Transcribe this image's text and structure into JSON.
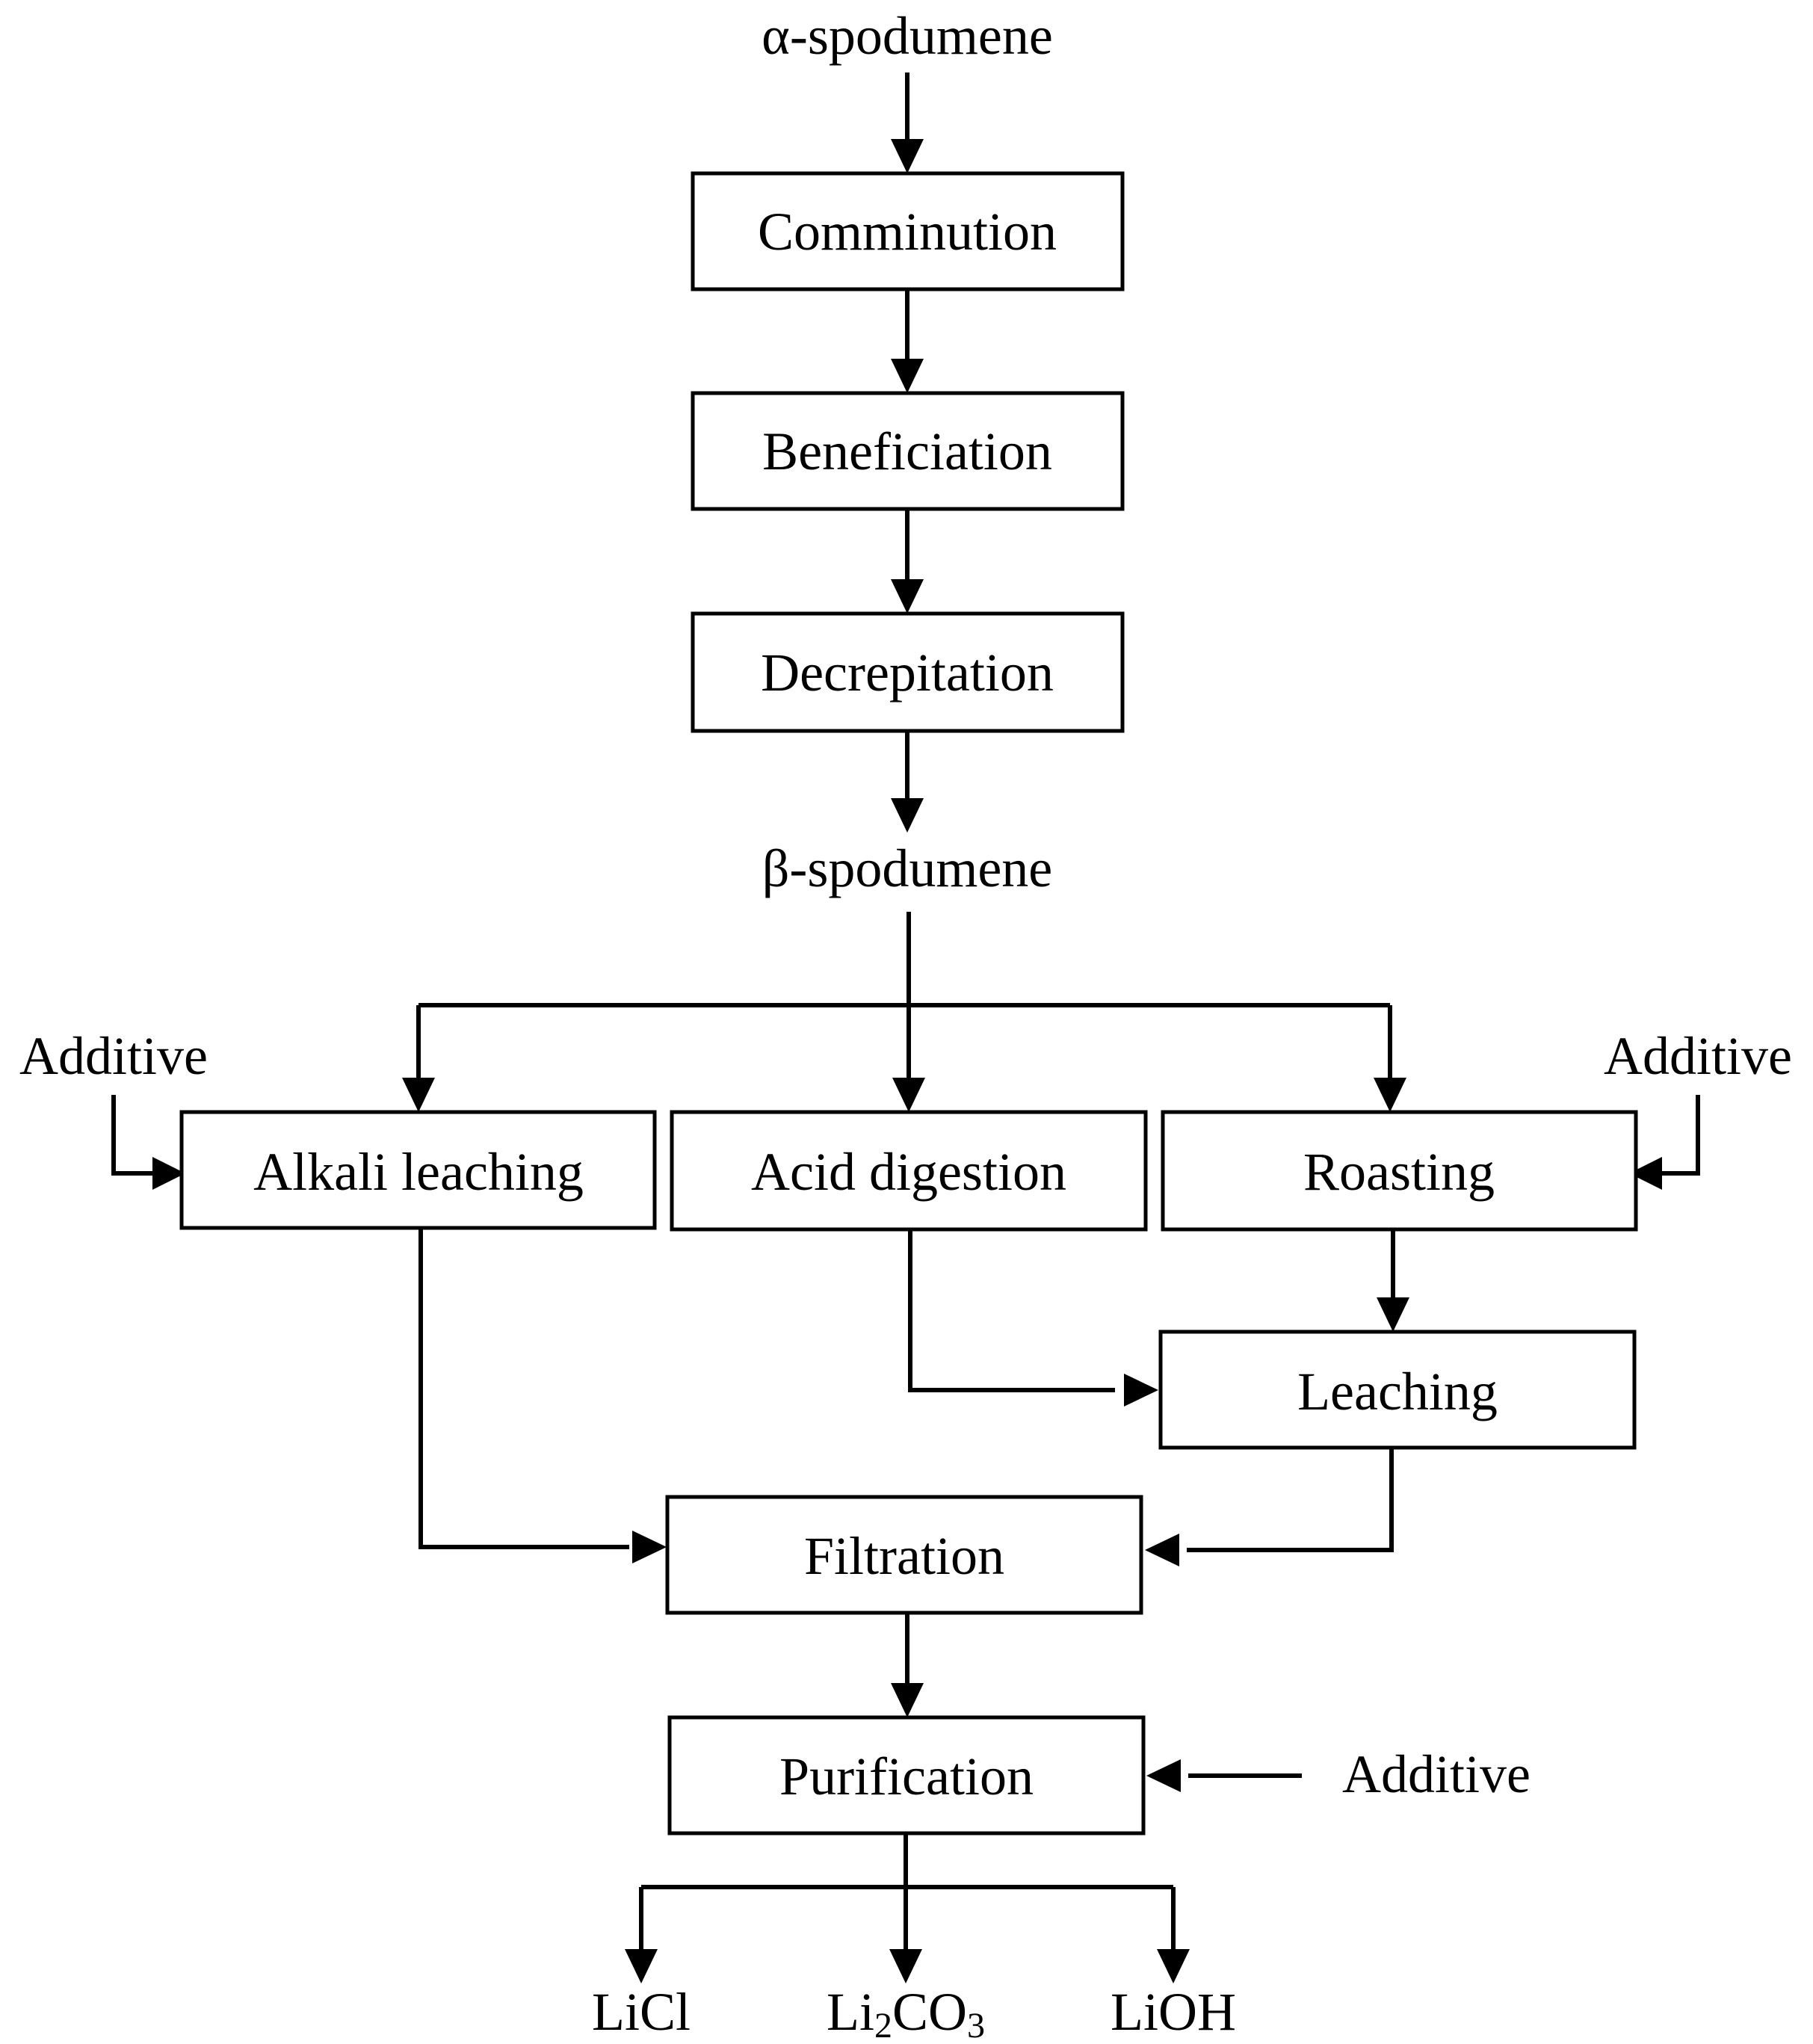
{
  "flowchart": {
    "input_top": "α-spodumene",
    "steps": {
      "comminution": "Comminution",
      "beneficiation": "Beneficiation",
      "decrepitation": "Decrepitation"
    },
    "intermediate": "β-spodumene",
    "routes": {
      "alkali_leaching": "Alkali leaching",
      "acid_digestion": "Acid digestion",
      "roasting": "Roasting",
      "leaching": "Leaching"
    },
    "filtration": "Filtration",
    "purification": "Purification",
    "additives": {
      "left": "Additive",
      "right": "Additive",
      "purification": "Additive"
    },
    "products": {
      "licl": "LiCl",
      "li2co3_li": "Li",
      "li2co3_sub": "2",
      "li2co3_co": "CO",
      "li2co3_sub2": "3",
      "lioh": "LiOH"
    },
    "colors": {
      "line": "#000000",
      "box_fill": "#ffffff",
      "text": "#000000"
    }
  }
}
